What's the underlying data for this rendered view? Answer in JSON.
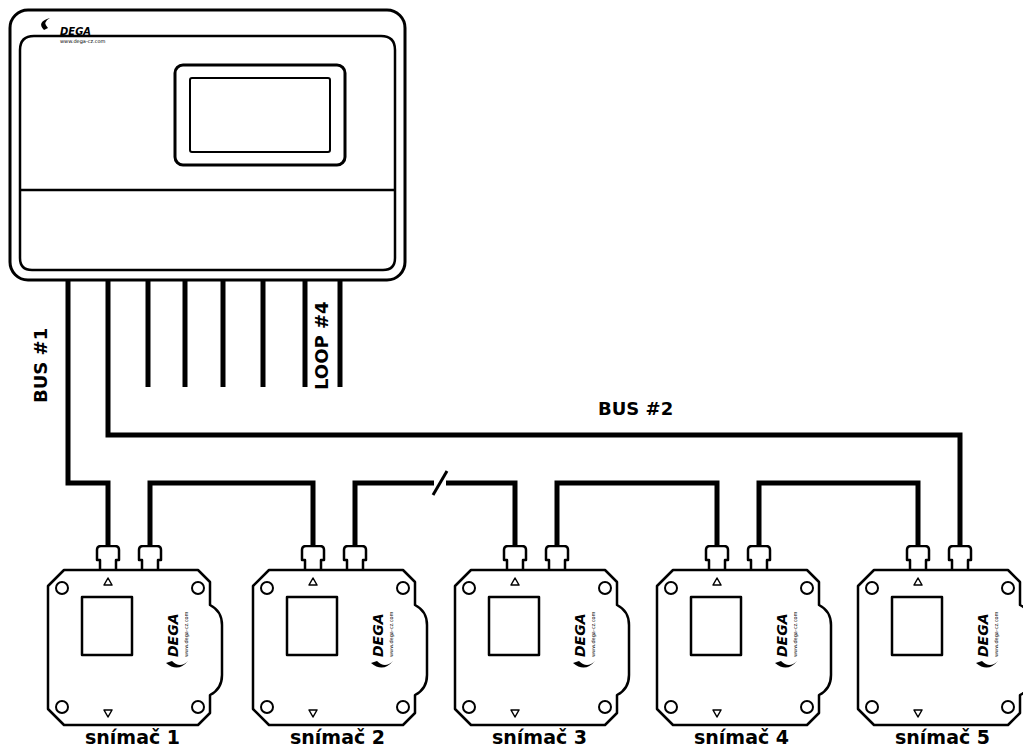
{
  "diagram": {
    "nodes": [
      {
        "text": [
          "DEGA",
          "www.dega-cz.com"
        ]
      },
      {
        "text": [
          "DEGA",
          "www.dega-cz.com",
          "snímač 1"
        ]
      },
      {
        "text": [
          "DEGA",
          "www.dega-cz.com",
          "snímač 2"
        ]
      },
      {
        "text": [
          "DEGA",
          "www.dega-cz.com",
          "snímač 3"
        ]
      },
      {
        "text": [
          "DEGA",
          "www.dega-cz.com",
          "snímač 4"
        ]
      },
      {
        "text": [
          "DEGA",
          "www.dega-cz.com",
          "snímač 5"
        ]
      }
    ],
    "edges": [
      {
        "from": 0,
        "to": 1,
        "label": "BUS #1",
        "arrow": "none"
      },
      {
        "from": 1,
        "to": 2,
        "arrow": "none"
      },
      {
        "from": 2,
        "to": 3,
        "arrow": "none"
      },
      {
        "from": 3,
        "to": 4,
        "arrow": "none"
      },
      {
        "from": 4,
        "to": 5,
        "arrow": "none"
      },
      {
        "from": 0,
        "to": 5,
        "label": "BUS #2",
        "arrow": "none"
      }
    ],
    "labels": [
      "LOOP #4"
    ]
  }
}
